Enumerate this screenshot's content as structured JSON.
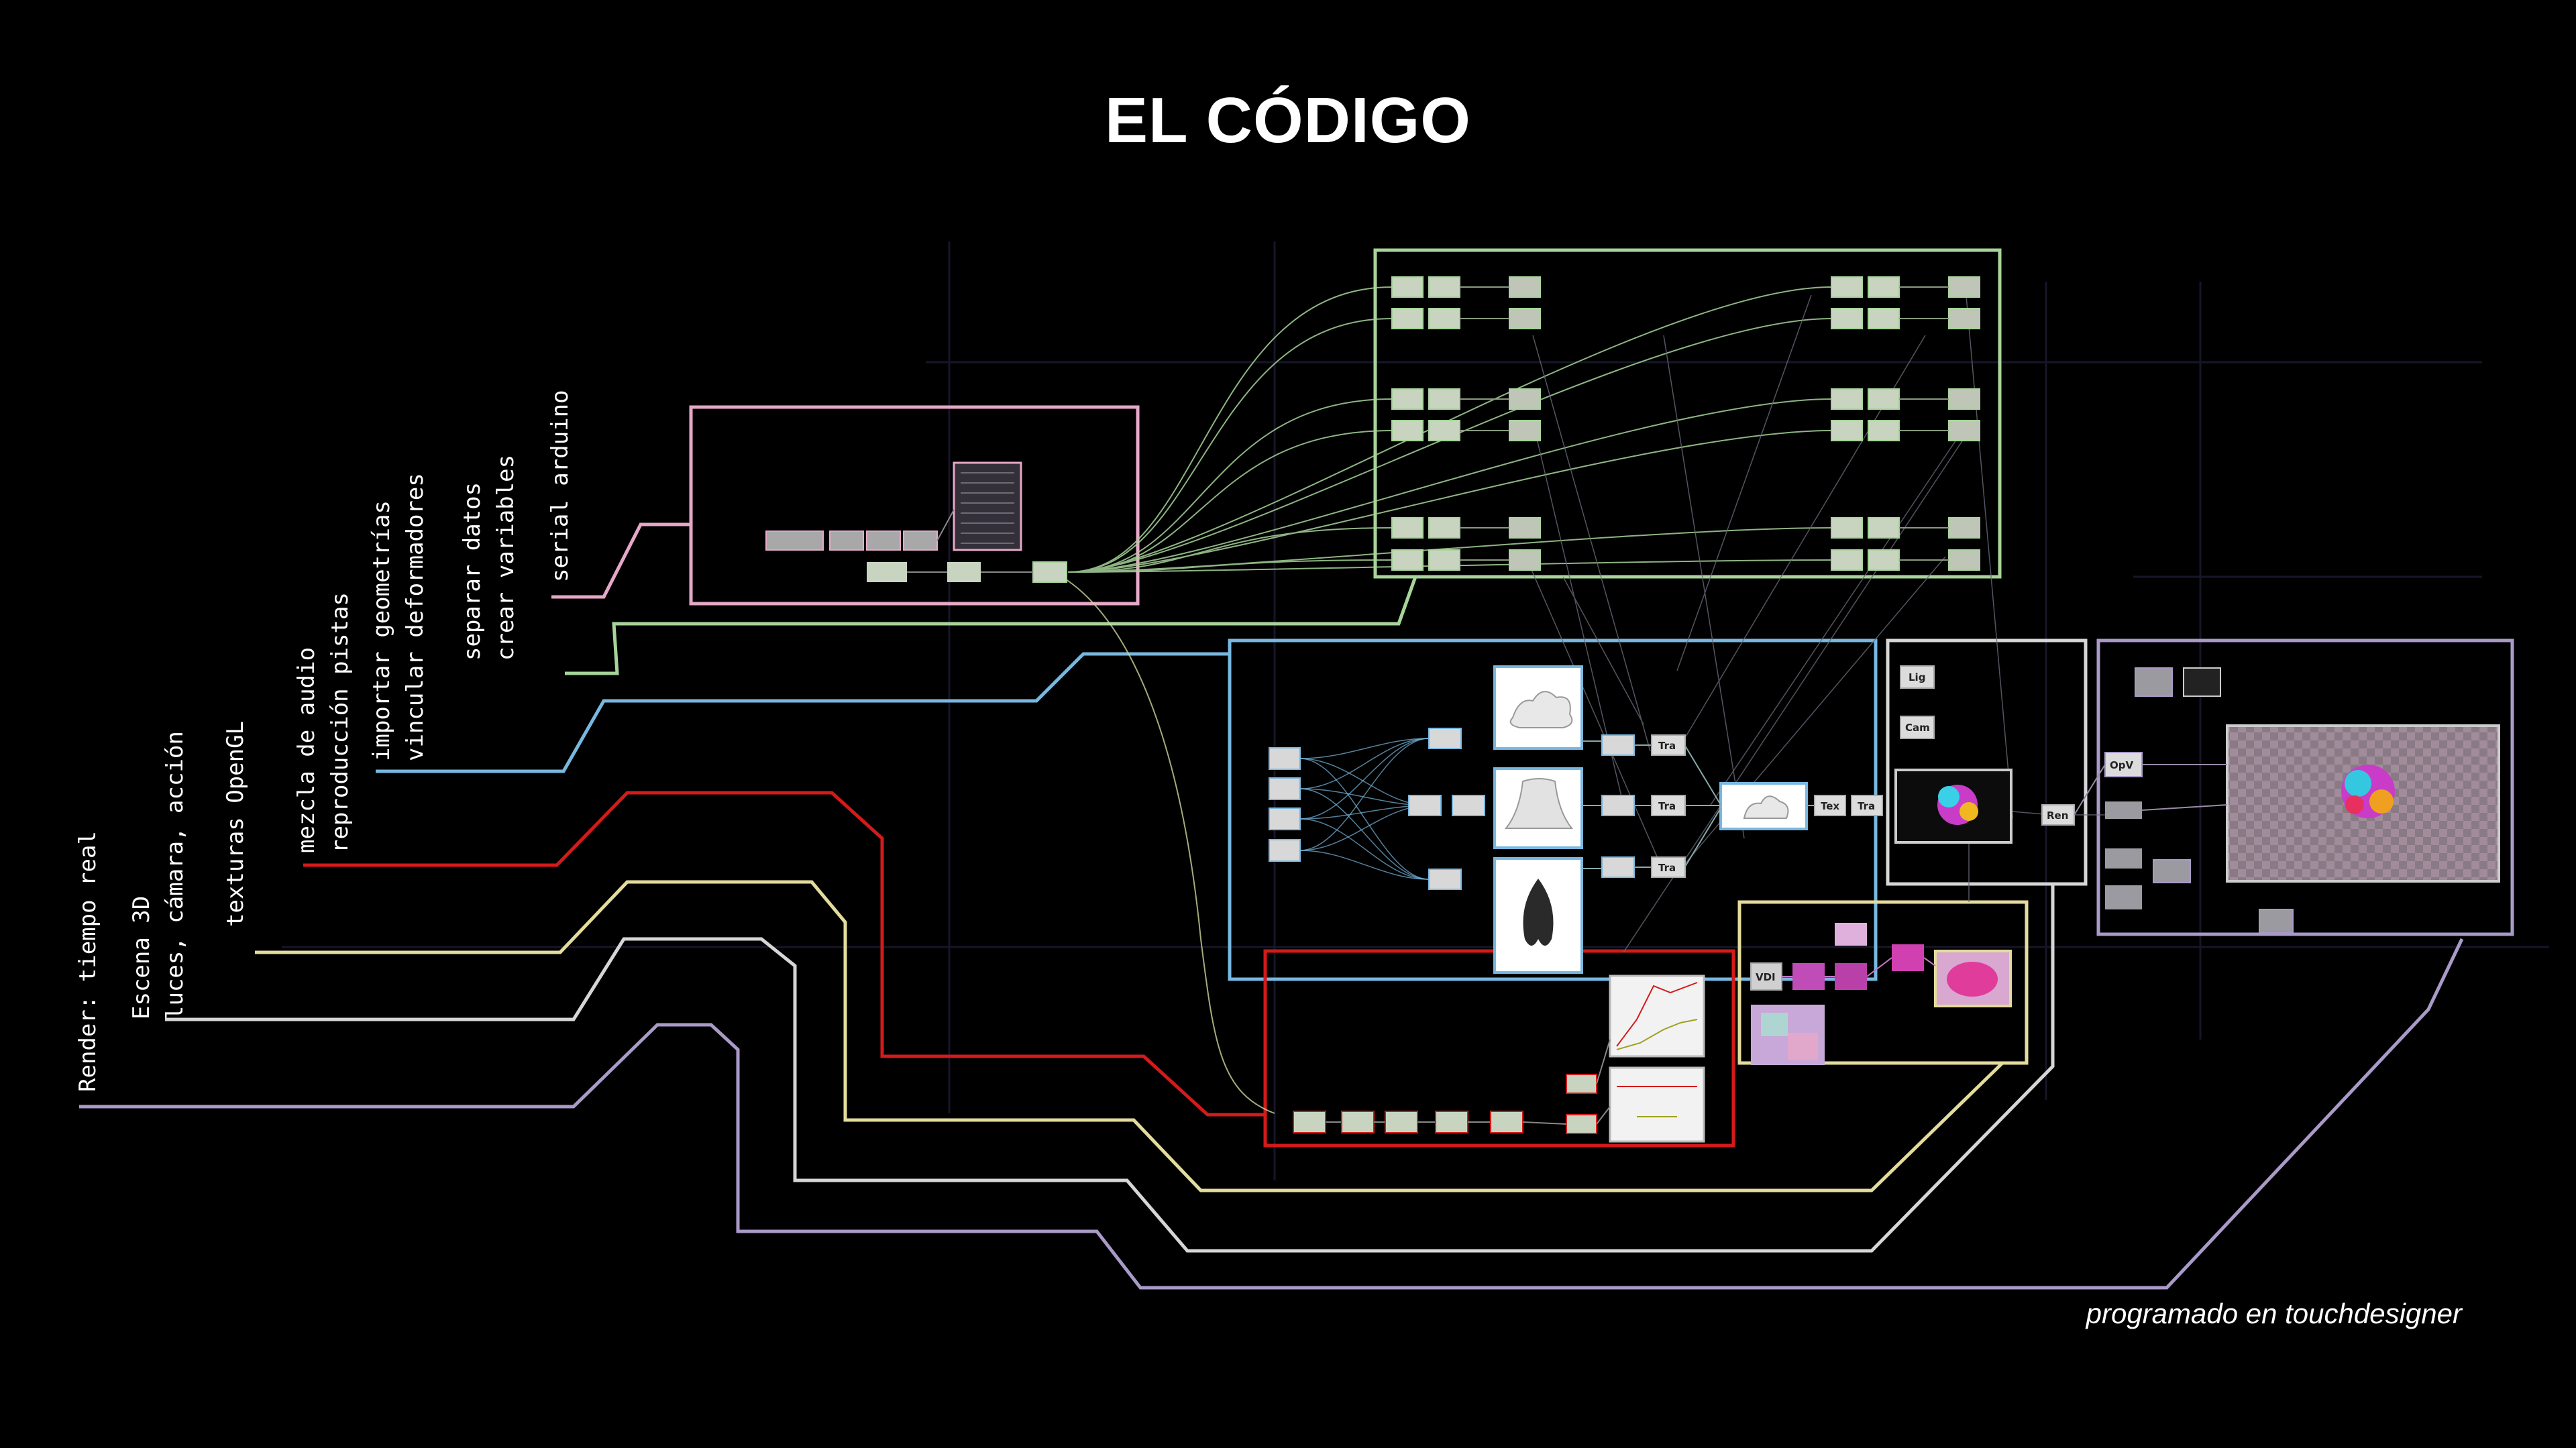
{
  "title": "EL CÓDIGO",
  "caption": "programado en touchdesigner",
  "colors": {
    "background": "#000000",
    "render": "#a99ac8",
    "scene": "#d6d6d6",
    "textures": "#e3dc9c",
    "audio": "#d41a1a",
    "geometry": "#78b8e0",
    "variables": "#a7d49a",
    "serial": "#e6a8c8"
  },
  "labels": [
    {
      "lines": [
        "Render: tiempo real"
      ],
      "color": "render"
    },
    {
      "lines": [
        "Escena 3D",
        "luces, cámara, acción"
      ],
      "color": "scene"
    },
    {
      "lines": [
        "texturas OpenGL"
      ],
      "color": "textures"
    },
    {
      "lines": [
        "mezcla de audio",
        "reproducción pistas"
      ],
      "color": "audio"
    },
    {
      "lines": [
        "importar geometrías",
        "vincular deformadores"
      ],
      "color": "geometry"
    },
    {
      "lines": [
        "separar datos",
        "crear variables"
      ],
      "color": "variables"
    },
    {
      "lines": [
        "serial arduino"
      ],
      "color": "serial"
    }
  ],
  "nodes": {
    "light": "Lig",
    "camera": "Cam",
    "render": "Ren",
    "transform": "Tra",
    "texture": "Tex",
    "video": "VDI",
    "opviewer": "OpV"
  }
}
